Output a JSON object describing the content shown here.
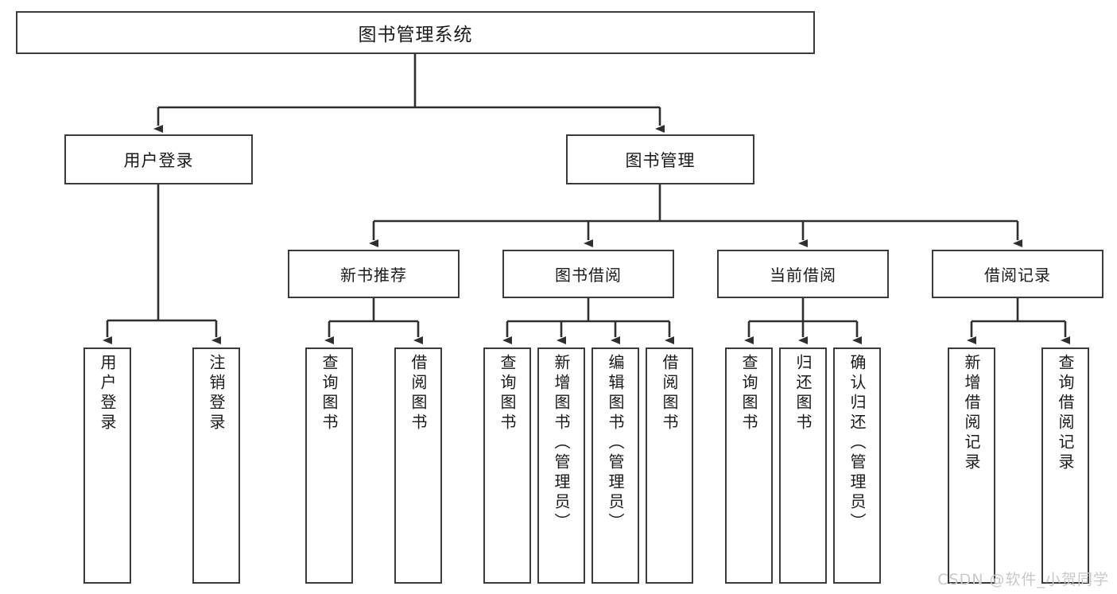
{
  "diagram": {
    "type": "tree",
    "title": "图书管理系统",
    "orientation": "top-down",
    "colors": {
      "box_border": "#3b3b3b",
      "box_fill": "#ffffff",
      "edge": "#2f2f2f",
      "text": "#1a1a1a",
      "watermark": "#c9c9c9",
      "background": "#ffffff"
    },
    "watermark": "CSDN @软件_小贺同学"
  },
  "nodes": {
    "root": {
      "label": "图书管理系统"
    },
    "level2": [
      {
        "label": "用户登录"
      },
      {
        "label": "图书管理"
      }
    ],
    "level3": [
      {
        "label": "新书推荐"
      },
      {
        "label": "图书借阅"
      },
      {
        "label": "当前借阅"
      },
      {
        "label": "借阅记录"
      }
    ],
    "leaves": {
      "user_login": [
        {
          "label": "用户登录"
        },
        {
          "label": "注销登录"
        }
      ],
      "new_book_recommend": [
        {
          "label": "查询图书"
        },
        {
          "label": "借阅图书"
        }
      ],
      "book_borrow": [
        {
          "label": "查询图书"
        },
        {
          "label": "新增图书（管理员）"
        },
        {
          "label": "编辑图书（管理员）"
        },
        {
          "label": "借阅图书"
        }
      ],
      "current_borrow": [
        {
          "label": "查询图书"
        },
        {
          "label": "归还图书"
        },
        {
          "label": "确认归还（管理员）"
        }
      ],
      "borrow_record": [
        {
          "label": "新增借阅记录"
        },
        {
          "label": "查询借阅记录"
        }
      ]
    }
  }
}
